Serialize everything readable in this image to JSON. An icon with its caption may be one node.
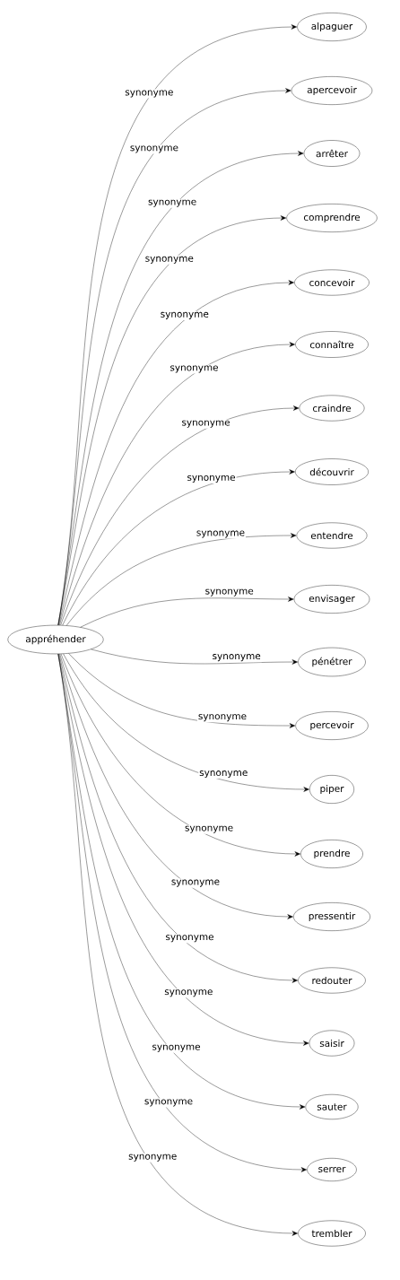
{
  "diagram": {
    "nodes": [
      {
        "text": [
          "appréhender"
        ]
      },
      {
        "text": [
          "alpaguer"
        ]
      },
      {
        "text": [
          "apercevoir"
        ]
      },
      {
        "text": [
          "arrêter"
        ]
      },
      {
        "text": [
          "comprendre"
        ]
      },
      {
        "text": [
          "concevoir"
        ]
      },
      {
        "text": [
          "connaître"
        ]
      },
      {
        "text": [
          "craindre"
        ]
      },
      {
        "text": [
          "découvrir"
        ]
      },
      {
        "text": [
          "entendre"
        ]
      },
      {
        "text": [
          "envisager"
        ]
      },
      {
        "text": [
          "pénétrer"
        ]
      },
      {
        "text": [
          "percevoir"
        ]
      },
      {
        "text": [
          "piper"
        ]
      },
      {
        "text": [
          "prendre"
        ]
      },
      {
        "text": [
          "pressentir"
        ]
      },
      {
        "text": [
          "redouter"
        ]
      },
      {
        "text": [
          "saisir"
        ]
      },
      {
        "text": [
          "sauter"
        ]
      },
      {
        "text": [
          "serrer"
        ]
      },
      {
        "text": [
          "trembler"
        ]
      }
    ],
    "edges": [
      {
        "from": 0,
        "to": 1,
        "arrow": "to",
        "label": "synonyme"
      },
      {
        "from": 0,
        "to": 2,
        "arrow": "to",
        "label": "synonyme"
      },
      {
        "from": 0,
        "to": 3,
        "arrow": "to",
        "label": "synonyme"
      },
      {
        "from": 0,
        "to": 4,
        "arrow": "to",
        "label": "synonyme"
      },
      {
        "from": 0,
        "to": 5,
        "arrow": "to",
        "label": "synonyme"
      },
      {
        "from": 0,
        "to": 6,
        "arrow": "to",
        "label": "synonyme"
      },
      {
        "from": 0,
        "to": 7,
        "arrow": "to",
        "label": "synonyme"
      },
      {
        "from": 0,
        "to": 8,
        "arrow": "to",
        "label": "synonyme"
      },
      {
        "from": 0,
        "to": 9,
        "arrow": "to",
        "label": "synonyme"
      },
      {
        "from": 0,
        "to": 10,
        "arrow": "to",
        "label": "synonyme"
      },
      {
        "from": 0,
        "to": 11,
        "arrow": "to",
        "label": "synonyme"
      },
      {
        "from": 0,
        "to": 12,
        "arrow": "to",
        "label": "synonyme"
      },
      {
        "from": 0,
        "to": 13,
        "arrow": "to",
        "label": "synonyme"
      },
      {
        "from": 0,
        "to": 14,
        "arrow": "to",
        "label": "synonyme"
      },
      {
        "from": 0,
        "to": 15,
        "arrow": "to",
        "label": "synonyme"
      },
      {
        "from": 0,
        "to": 16,
        "arrow": "to",
        "label": "synonyme"
      },
      {
        "from": 0,
        "to": 17,
        "arrow": "to",
        "label": "synonyme"
      },
      {
        "from": 0,
        "to": 18,
        "arrow": "to",
        "label": "synonyme"
      },
      {
        "from": 0,
        "to": 19,
        "arrow": "to",
        "label": "synonyme"
      },
      {
        "from": 0,
        "to": 20,
        "arrow": "to",
        "label": "synonyme"
      }
    ]
  }
}
